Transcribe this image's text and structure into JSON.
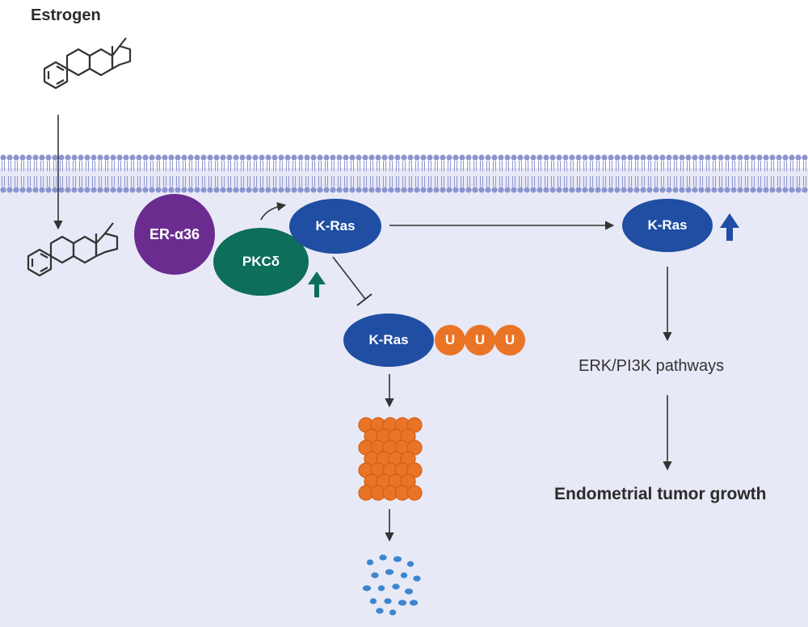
{
  "labels": {
    "estrogen": "Estrogen",
    "er_alpha36": "ER-α36",
    "pkc_delta": "PKCδ",
    "kras_membrane": "K-Ras",
    "kras_ubiquitinated": "K-Ras",
    "kras_elevated": "K-Ras",
    "ubiquitin": [
      "U",
      "U",
      "U"
    ],
    "erk_pi3k": "ERK/PI3K pathways",
    "tumor_growth": "Endometrial tumor growth"
  },
  "colors": {
    "cytoplasm": "#e8e9f6",
    "membrane": "#8c95d1",
    "er_alpha36": "#6a2d8f",
    "pkc_delta": "#0d6e5a",
    "kras": "#1f4ea3",
    "ubiquitin": "#ea7425",
    "proteasome": "#ea7425",
    "fragments": "#3d86cf",
    "arrow": "#333333",
    "up_arrow_green": "#0d6e5a",
    "up_arrow_blue": "#1f4ea3"
  },
  "icons": {
    "steroid": "steroid-structure-icon",
    "up_arrow": "up-arrow-icon",
    "proteasome": "proteasome-icon",
    "degraded_fragments": "peptide-fragments-icon"
  }
}
